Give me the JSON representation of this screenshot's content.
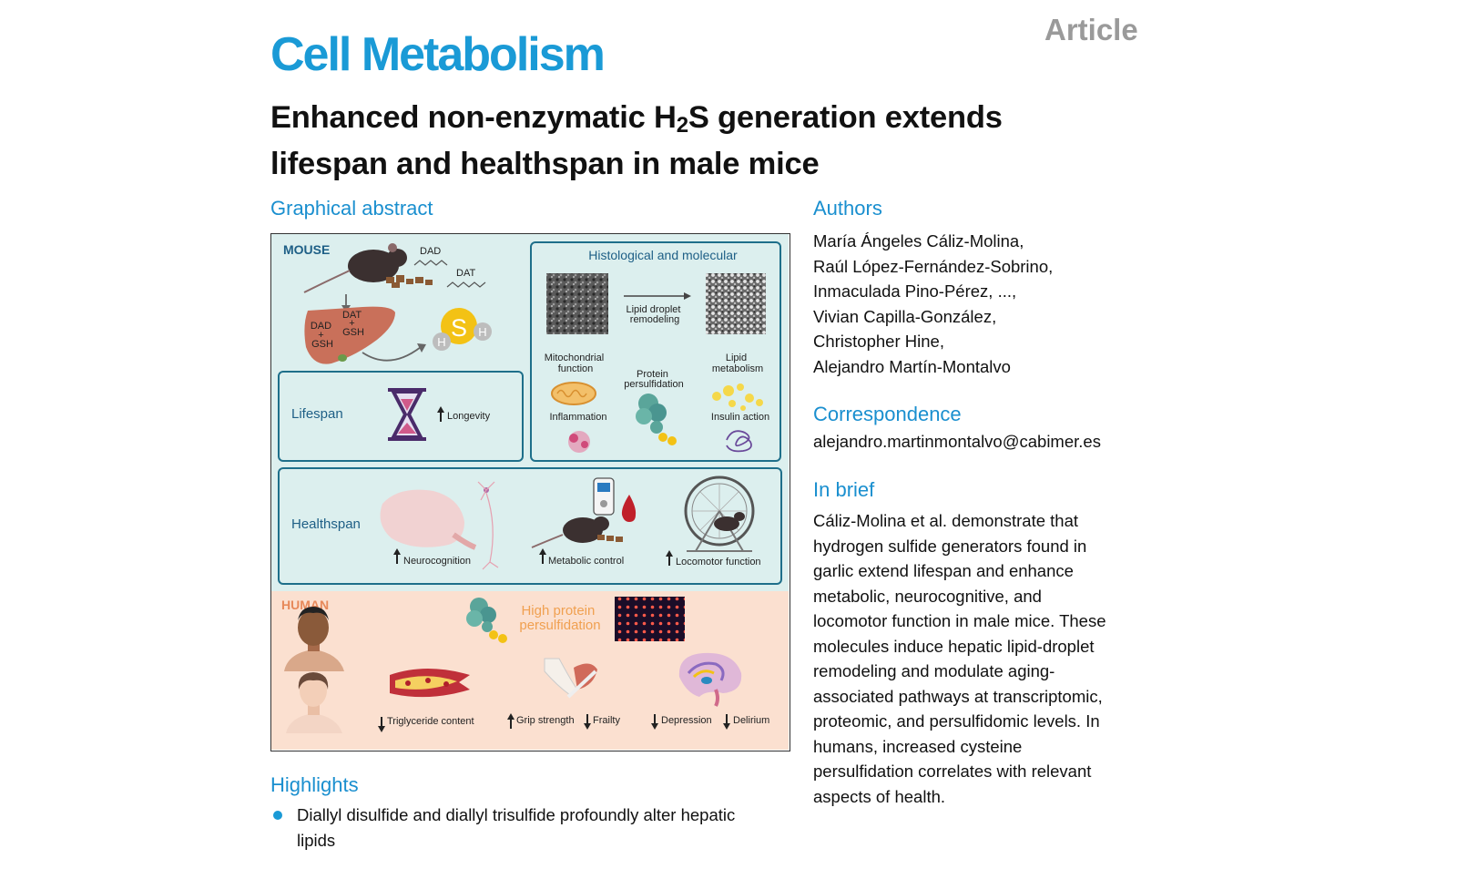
{
  "header": {
    "journal": "Cell Metabolism",
    "article_type": "Article",
    "title_lines": [
      {
        "pre": "Enhanced non-enzymatic H",
        "sub": "2",
        "post": "S generation extends"
      },
      {
        "pre": "lifespan and healthspan in male mice",
        "sub": "",
        "post": ""
      }
    ]
  },
  "sections": {
    "graphical_abstract": "Graphical abstract",
    "authors": "Authors",
    "correspondence": "Correspondence",
    "in_brief": "In brief",
    "highlights": "Highlights"
  },
  "authors": [
    "María Ángeles Cáliz-Molina,",
    "Raúl López-Fernández-Sobrino,",
    "Inmaculada Pino-Pérez, ...,",
    "Vivian Capilla-González,",
    "Christopher Hine,",
    "Alejandro Martín-Montalvo"
  ],
  "correspondence_email": "alejandro.martinmontalvo@cabimer.es",
  "in_brief_lines": [
    "Cáliz-Molina et al. demonstrate that",
    "hydrogen sulfide generators found in",
    "garlic extend lifespan and enhance",
    "metabolic, neurocognitive, and",
    "locomotor function in male mice. These",
    "molecules induce hepatic lipid-droplet",
    "remodeling and modulate aging-",
    "associated pathways at transcriptomic,",
    "proteomic, and persulfidomic levels. In",
    "humans, increased cysteine",
    "persulfidation correlates with relevant",
    "aspects of health."
  ],
  "highlights": [
    {
      "lines": [
        "Diallyl disulfide and diallyl trisulfide profoundly alter hepatic",
        "lipids"
      ]
    }
  ],
  "graphic": {
    "mouse_label": "MOUSE",
    "human_label": "HUMAN",
    "dad": "DAD",
    "dat": "DAT",
    "liver_left": [
      "DAD",
      "+",
      "GSH"
    ],
    "liver_right": [
      "DAT",
      "+",
      "GSH"
    ],
    "h2s_s": "S",
    "h2s_h": "H",
    "histo_title": "Histological and molecular",
    "lipid_droplet": [
      "Lipid droplet",
      "remodeling"
    ],
    "mito": [
      "Mitochondrial",
      "function"
    ],
    "protein_persulf": [
      "Protein",
      "persulfidation"
    ],
    "lipid_metab": [
      "Lipid",
      "metabolism"
    ],
    "inflammation": "Inflammation",
    "insulin": "Insulin action",
    "lifespan": "Lifespan",
    "longevity": "Longevity",
    "healthspan": "Healthspan",
    "neurocognition": "Neurocognition",
    "metabolic_control": "Metabolic control",
    "locomotor": "Locomotor function",
    "high_protein": [
      "High protein",
      "persulfidation"
    ],
    "triglyceride": "Triglyceride content",
    "grip": "Grip strength",
    "frailty": "Frailty",
    "depression": "Depression",
    "delirium": "Delirium",
    "colors": {
      "mouse_bg": "#dcefee",
      "human_bg": "#fbe0d0",
      "panel_border": "#1e6f8a",
      "accent_blue": "#1a9ad6",
      "human_orange": "#e7895a"
    }
  }
}
